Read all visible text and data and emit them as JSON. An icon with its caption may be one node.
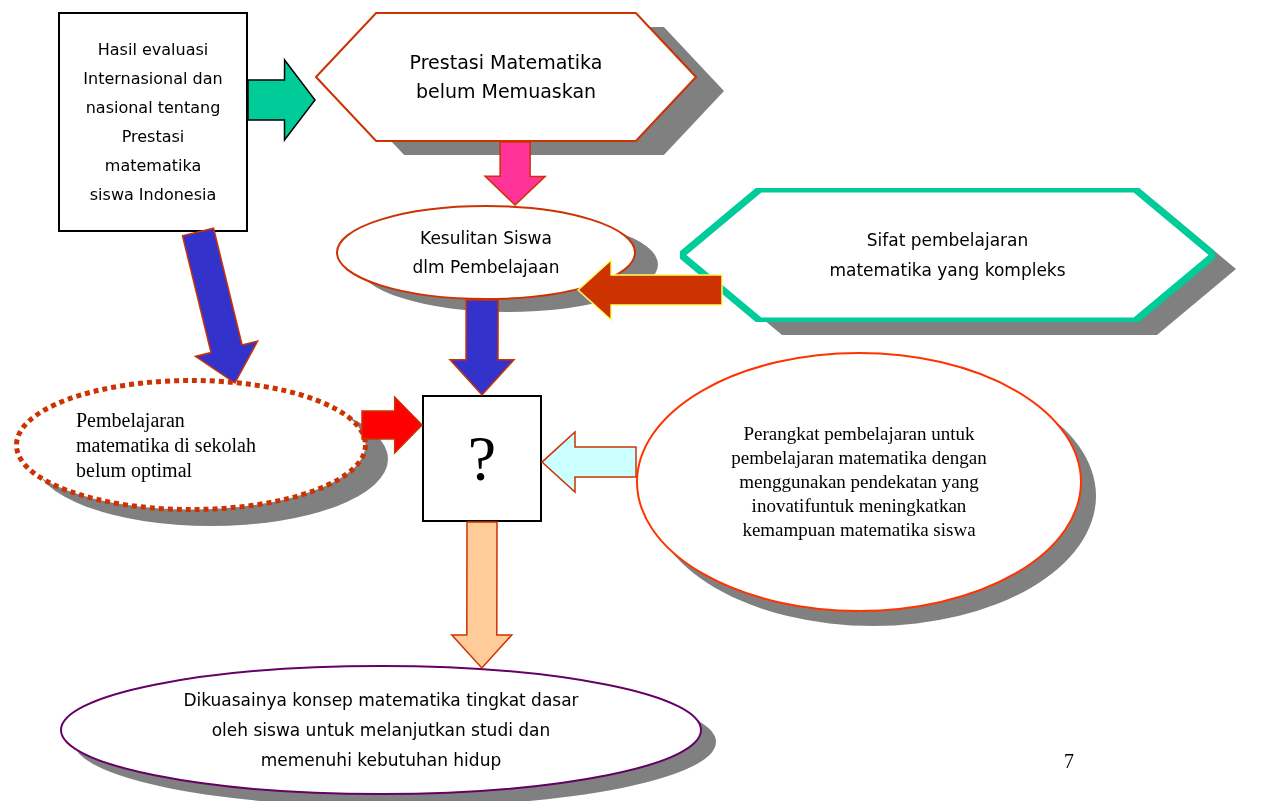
{
  "diagram": {
    "nodes": [
      {
        "text": [
          "Hasil evaluasi Internasional dan nasional tentang Prestasi matematika siswa Indonesia"
        ]
      },
      {
        "text": [
          "Prestasi  Matematika belum Memuaskan"
        ]
      },
      {
        "text": [
          "Kesulitan Siswa dlm Pembelajaan"
        ]
      },
      {
        "text": [
          "Sifat pembelajaran matematika yang kompleks"
        ]
      },
      {
        "text": [
          "Pembelajaran matematika di sekolah belum optimal"
        ]
      },
      {
        "text": [
          "?"
        ]
      },
      {
        "text": [
          "Perangkat pembelajaran untuk pembelajaran matematika dengan menggunakan pendekatan yang inovatifuntuk meningkatkan kemampuan matematika siswa"
        ]
      },
      {
        "text": [
          "Dikuasainya konsep matematika tingkat dasar oleh siswa  untuk melanjutkan studi dan memenuhi kebutuhan hidup"
        ]
      }
    ],
    "edges": [
      {
        "from": 0,
        "to": 1,
        "arrow": "to",
        "color": "#00cc99"
      },
      {
        "from": 1,
        "to": 2,
        "arrow": "to",
        "color": "#ff3399"
      },
      {
        "from": 0,
        "to": 4,
        "arrow": "to"
      },
      {
        "from": 2,
        "to": 5,
        "arrow": "to"
      },
      {
        "from": 3,
        "to": 2,
        "arrow": "to",
        "color": "#cc3300"
      },
      {
        "from": 4,
        "to": 5,
        "arrow": "to",
        "color": "#ff0000"
      },
      {
        "from": 6,
        "to": 5,
        "arrow": "to",
        "color": "#ccffff"
      },
      {
        "from": 5,
        "to": 7,
        "arrow": "to",
        "color": "#ffcc99"
      }
    ],
    "labels": [
      "7"
    ]
  }
}
